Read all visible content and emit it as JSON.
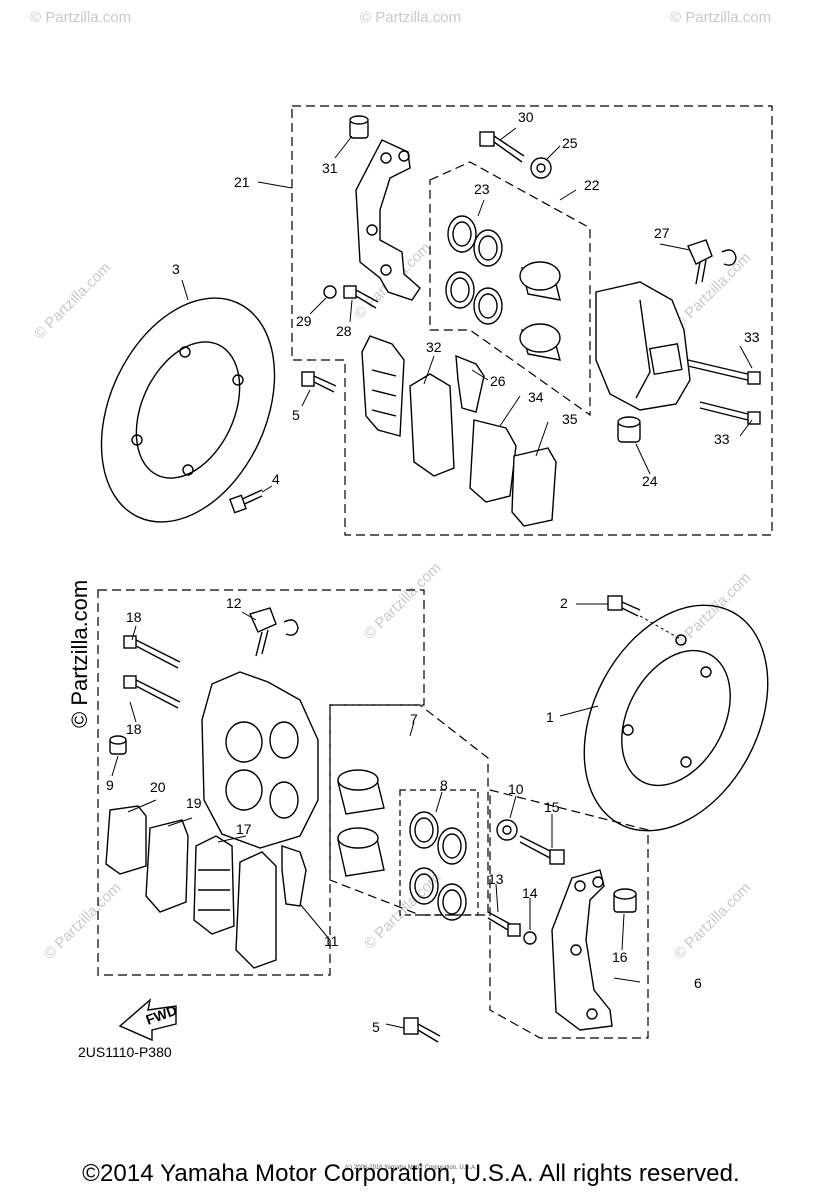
{
  "diagram": {
    "code": "2US1110-P380",
    "copyright": "©2014 Yamaha Motor Corporation, U.S.A. All rights reserved.",
    "small_credit": "(c) 2006-2016 Yamaha Motor Corporation, U.S.A.",
    "side_watermark": "© Partzilla.com",
    "watermark_text": "© Partzilla.com",
    "fwd_label": "FWD",
    "callouts": {
      "c1": "1",
      "c2": "2",
      "c3": "3",
      "c4": "4",
      "c5a": "5",
      "c5b": "5",
      "c6": "6",
      "c7": "7",
      "c8": "8",
      "c9": "9",
      "c10": "10",
      "c11": "11",
      "c12": "12",
      "c13": "13",
      "c14": "14",
      "c15": "15",
      "c16": "16",
      "c17": "17",
      "c18a": "18",
      "c18b": "18",
      "c19": "19",
      "c20": "20",
      "c21": "21",
      "c22": "22",
      "c23": "23",
      "c24": "24",
      "c25": "25",
      "c26": "26",
      "c27": "27",
      "c28": "28",
      "c29": "29",
      "c30": "30",
      "c31": "31",
      "c32": "32",
      "c33a": "33",
      "c33b": "33",
      "c34": "34",
      "c35": "35"
    }
  }
}
